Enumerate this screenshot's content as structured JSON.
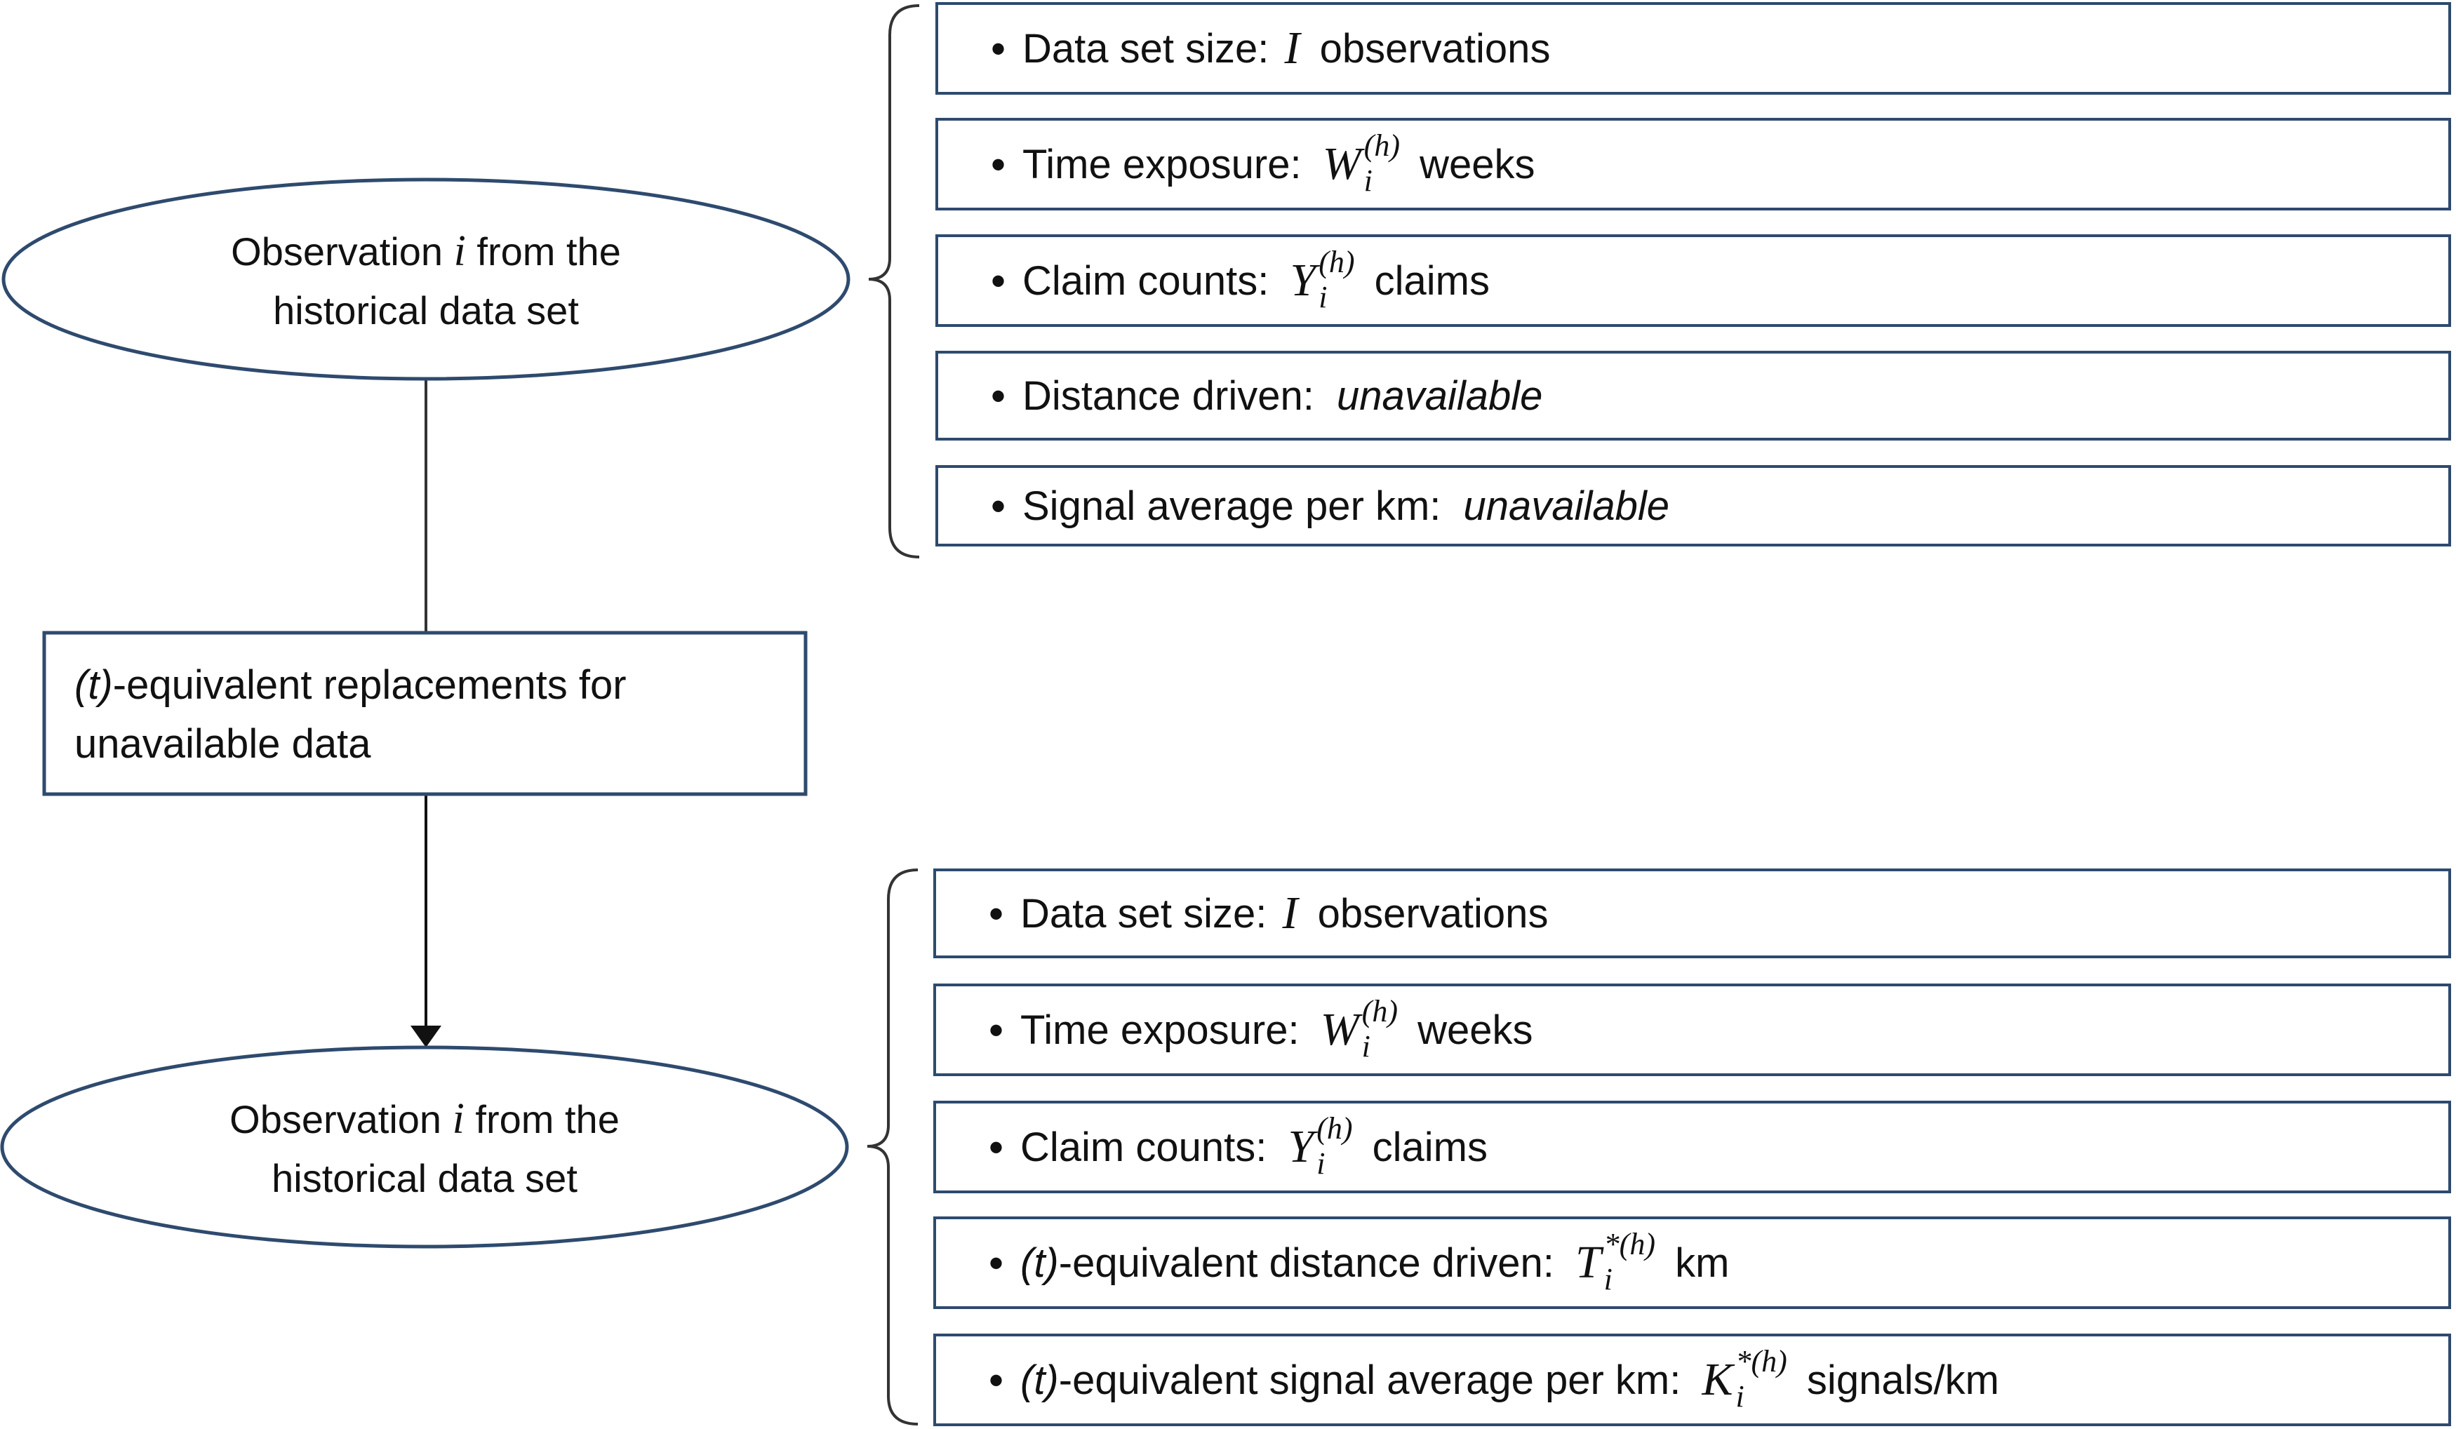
{
  "top_node": {
    "label_before": "Observation ",
    "symbol": "i",
    "label_after": " from the",
    "label_line2": "historical data set"
  },
  "middle_node": {
    "label_italic": "(t)",
    "label_line1": "-equivalent replacements for",
    "label_line2": "unavailable data"
  },
  "bottom_node": {
    "label_before": "Observation ",
    "symbol": "i",
    "label_after": " from the",
    "label_line2": "historical data set"
  },
  "top_list": [
    {
      "prefix": "Data set size: ",
      "math": {
        "base": "I",
        "sup": "",
        "sub": ""
      },
      "suffix": " observations"
    },
    {
      "prefix": "Time exposure: ",
      "math": {
        "base": "W",
        "sup": "(h)",
        "sub": "i"
      },
      "suffix": " weeks"
    },
    {
      "prefix": "Claim counts: ",
      "math": {
        "base": "Y",
        "sup": "(h)",
        "sub": "i"
      },
      "suffix": " claims"
    },
    {
      "prefix": "Distance driven: ",
      "italic": "unavailable"
    },
    {
      "prefix": "Signal average per km: ",
      "italic": "unavailable"
    }
  ],
  "bottom_list": [
    {
      "prefix": "Data set size: ",
      "math": {
        "base": "I",
        "sup": "",
        "sub": ""
      },
      "suffix": " observations"
    },
    {
      "prefix": "Time exposure: ",
      "math": {
        "base": "W",
        "sup": "(h)",
        "sub": "i"
      },
      "suffix": " weeks"
    },
    {
      "prefix": "Claim counts: ",
      "math": {
        "base": "Y",
        "sup": "(h)",
        "sub": "i"
      },
      "suffix": " claims"
    },
    {
      "lead_italic": "(t)",
      "prefix": "-equivalent distance driven: ",
      "math": {
        "base": "T",
        "sup": "*(h)",
        "sub": "i"
      },
      "suffix": " km"
    },
    {
      "lead_italic": "(t)",
      "prefix": "-equivalent signal average per km: ",
      "math": {
        "base": "K",
        "sup": "*(h)",
        "sub": "i"
      },
      "suffix": " signals/km"
    }
  ],
  "colors": {
    "outline": "#2e4a6e",
    "connector": "#333333",
    "text": "#111111"
  }
}
